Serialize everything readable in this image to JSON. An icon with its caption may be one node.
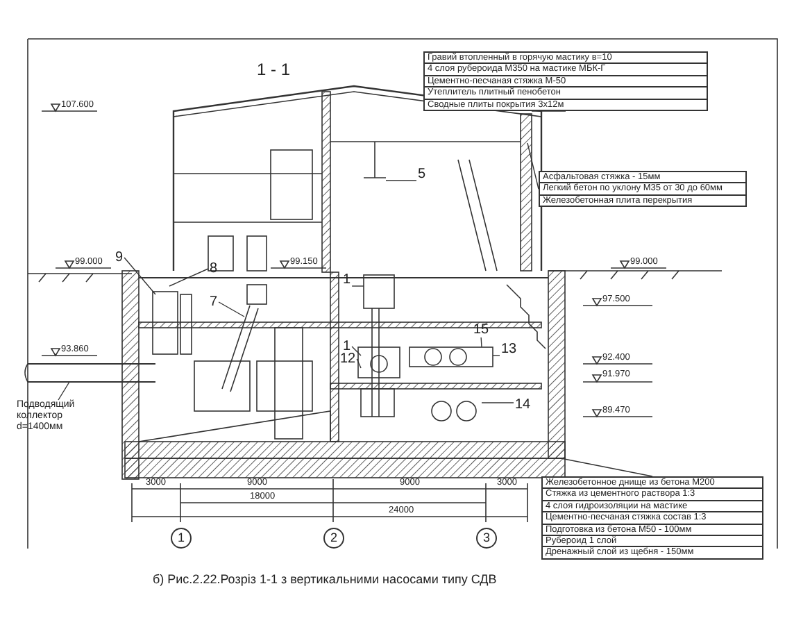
{
  "diagram": {
    "title": "1 - 1",
    "caption": "б) Рис.2.22.Розріз 1-1 з вертикальними насосами типу СДВ",
    "nodes": [
      {
        "text": [
          "Гравий втопленный в горячую мастику в=10",
          "4 слоя рубероида М350 на мастике МБК-Г",
          "Цементно-песчаная стяжка М-50",
          "Утеплитель плитный пенобетон",
          "Сводные плиты покрытия 3х12м"
        ]
      },
      {
        "text": [
          "Асфальтовая стяжка - 15мм",
          "Легкий бетон по уклону М35 от 30 до 60мм",
          "Железобетонная плита перекрытия"
        ]
      },
      {
        "text": [
          "Железобетонное днище из бетона М200",
          "Стяжка из цементного раствора 1:3",
          "4 слоя гидроизоляции на мастике",
          "Цементно-песчаная стяжка состав 1:3",
          "Подготовка из бетона М50 - 100мм",
          "Рубероид 1 слой",
          "Дренажный слой из щебня - 150мм"
        ]
      },
      {
        "text": [
          "Подводящий коллектор d=1400мм"
        ]
      },
      {
        "text": [
          "9"
        ]
      },
      {
        "text": [
          "8"
        ]
      },
      {
        "text": [
          "7"
        ]
      },
      {
        "text": [
          "5"
        ]
      },
      {
        "text": [
          "1"
        ]
      },
      {
        "text": [
          "1"
        ]
      },
      {
        "text": [
          "12"
        ]
      },
      {
        "text": [
          "15"
        ]
      },
      {
        "text": [
          "13"
        ]
      },
      {
        "text": [
          "14"
        ]
      }
    ],
    "edges": [
      {
        "from": 0,
        "to": null,
        "arrow": "none"
      },
      {
        "from": 1,
        "to": null,
        "arrow": "none"
      },
      {
        "from": 2,
        "to": null,
        "arrow": "none"
      },
      {
        "from": 3,
        "to": null,
        "arrow": "none"
      },
      {
        "from": 4,
        "to": null,
        "arrow": "none"
      },
      {
        "from": 5,
        "to": null,
        "arrow": "none"
      },
      {
        "from": 6,
        "to": null,
        "arrow": "none"
      },
      {
        "from": 7,
        "to": null,
        "arrow": "none"
      },
      {
        "from": 8,
        "to": null,
        "arrow": "none"
      },
      {
        "from": 9,
        "to": null,
        "arrow": "none"
      },
      {
        "from": 10,
        "to": null,
        "arrow": "none"
      },
      {
        "from": 11,
        "to": null,
        "arrow": "none"
      },
      {
        "from": 12,
        "to": null,
        "arrow": "none"
      },
      {
        "from": 13,
        "to": null,
        "arrow": "none"
      }
    ],
    "labels": [
      "107.600",
      "99.000",
      "99.150",
      "93.860",
      "99.000",
      "97.500",
      "92.400",
      "91.970",
      "89.470",
      "3000",
      "9000",
      "9000",
      "3000",
      "18000",
      "24000",
      "1",
      "2",
      "3"
    ]
  }
}
